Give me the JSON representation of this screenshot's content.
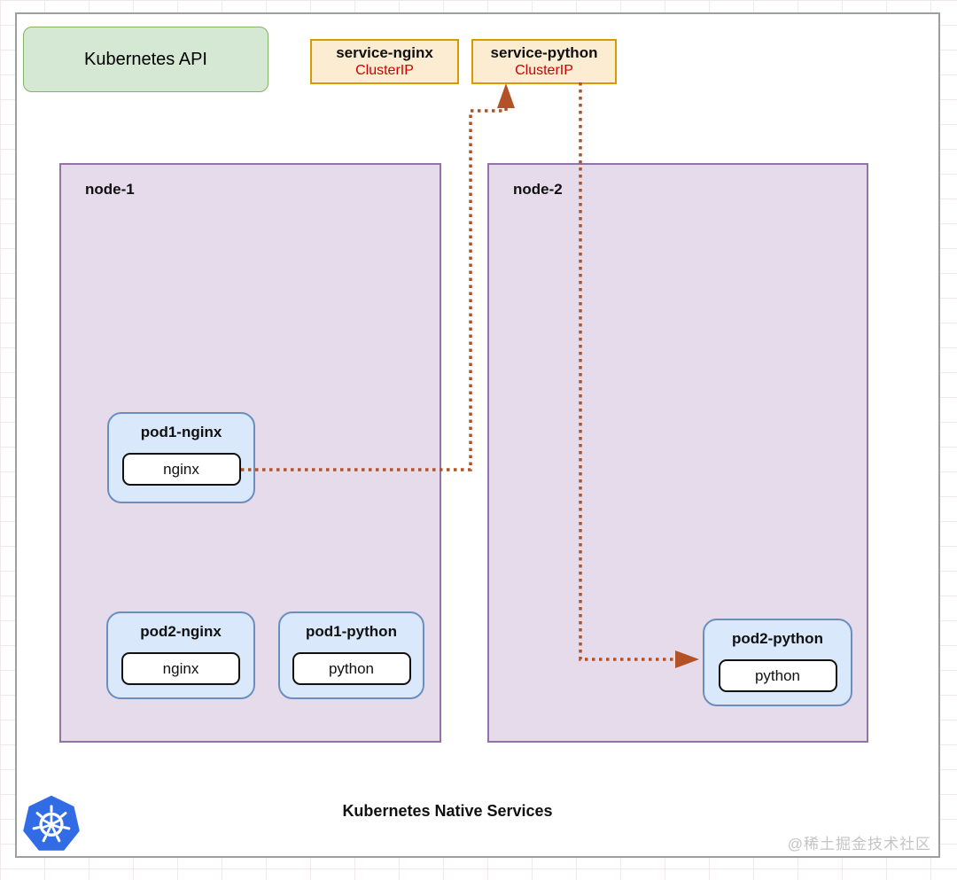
{
  "diagram": {
    "title": "Kubernetes Native Services",
    "watermark": "@稀土掘金技术社区",
    "api_box": {
      "label": "Kubernetes API"
    },
    "services": [
      {
        "name": "service-nginx",
        "type": "ClusterIP"
      },
      {
        "name": "service-python",
        "type": "ClusterIP"
      }
    ],
    "nodes": [
      {
        "name": "node-1",
        "pods": [
          {
            "name": "pod1-nginx",
            "container": "nginx"
          },
          {
            "name": "pod2-nginx",
            "container": "nginx"
          },
          {
            "name": "pod1-python",
            "container": "python"
          }
        ]
      },
      {
        "name": "node-2",
        "pods": [
          {
            "name": "pod2-python",
            "container": "python"
          }
        ]
      }
    ],
    "connections": [
      {
        "from": "pod1-nginx:nginx",
        "to": "service-python",
        "style": "dotted-arrow"
      },
      {
        "from": "service-python",
        "to": "pod2-python",
        "style": "dotted-arrow"
      }
    ]
  },
  "colors": {
    "api_fill": "#d5e8d4",
    "api_border": "#82b366",
    "service_fill": "#fcecd2",
    "service_border": "#d79b00",
    "clusterip_red": "#cc0000",
    "node_fill": "#e5dbeb",
    "node_border": "#9673a6",
    "pod_fill": "#d9e8fb",
    "pod_border": "#6c8ebf",
    "arrow": "#b35226",
    "k8s_blue": "#326ce5"
  }
}
